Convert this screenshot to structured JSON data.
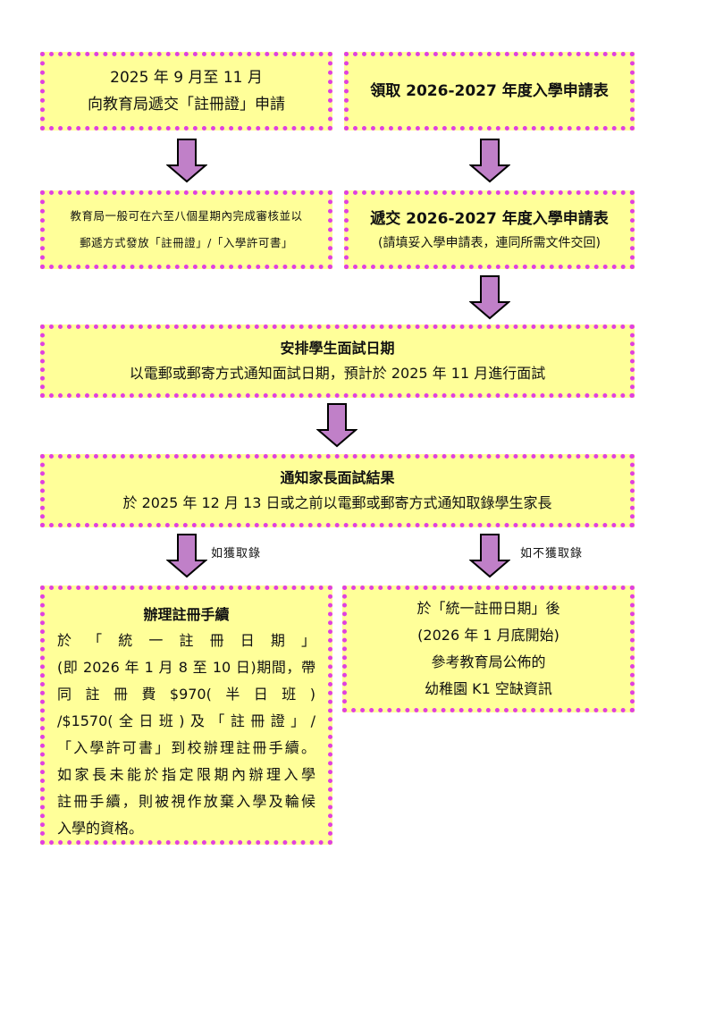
{
  "step1_left": {
    "line1": "2025 年 9 月至 11 月",
    "line2": "向教育局遞交「註冊證」申請"
  },
  "step1_right": {
    "line1": "領取 2026-2027 年度入學申請表"
  },
  "step2_left": {
    "line1": "教育局一般可在六至八個星期內完成審核並以",
    "line2": "郵遞方式發放「註冊證」/「入學許可書」"
  },
  "step2_right": {
    "line1": "遞交 2026-2027 年度入學申請表",
    "line2": "(請填妥入學申請表，連同所需文件交回)"
  },
  "step3": {
    "title": "安排學生面試日期",
    "line1": "以電郵或郵寄方式通知面試日期，預計於 2025 年 11 月進行面試"
  },
  "step4": {
    "title": "通知家長面試結果",
    "line1": "於 2025 年 12 月 13 日或之前以電郵或郵寄方式通知取錄學生家長"
  },
  "branch_yes": "如獲取錄",
  "branch_no": "如不獲取錄",
  "admitted": {
    "title": "辦理註冊手續",
    "lines": [
      "於「統一註冊日期」",
      "(即 2026 年 1 月 8 至 10 日)期間，帶",
      "同註冊費$970(半日班)",
      "/$1570(全日班)及「註冊證」/",
      "「入學許可書」到校辦理註冊手續。",
      "如家長未能於指定限期內辦理入學",
      "註冊手續，則被視作放棄入學及輪候",
      "入學的資格。"
    ]
  },
  "not_admitted": {
    "line1": "於「統一註冊日期」後",
    "line2": "(2026 年 1 月底開始)",
    "line3": "參考教育局公佈的",
    "line4": "幼稚園 K1 空缺資訊"
  },
  "colors": {
    "box_fill": "#ffff99",
    "box_border": "#e040e0",
    "arrow_fill": "#c080c8"
  }
}
